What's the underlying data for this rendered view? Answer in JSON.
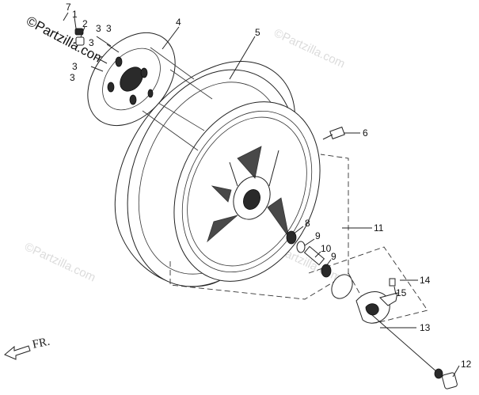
{
  "watermarks": {
    "logo": "©Partzilla.com",
    "repeat": "©Partzilla.com"
  },
  "direction_label": "FR.",
  "callouts": [
    {
      "id": "7",
      "label": "7"
    },
    {
      "id": "1",
      "label": "1"
    },
    {
      "id": "2",
      "label": "2"
    },
    {
      "id": "3a",
      "label": "3"
    },
    {
      "id": "3b",
      "label": "3"
    },
    {
      "id": "3c",
      "label": "3"
    },
    {
      "id": "3d",
      "label": "3"
    },
    {
      "id": "3e",
      "label": "3"
    },
    {
      "id": "4",
      "label": "4"
    },
    {
      "id": "5",
      "label": "5"
    },
    {
      "id": "6",
      "label": "6"
    },
    {
      "id": "8",
      "label": "8"
    },
    {
      "id": "9a",
      "label": "9"
    },
    {
      "id": "10",
      "label": "10"
    },
    {
      "id": "9b",
      "label": "9"
    },
    {
      "id": "11",
      "label": "11"
    },
    {
      "id": "14",
      "label": "14"
    },
    {
      "id": "15",
      "label": "15"
    },
    {
      "id": "13",
      "label": "13"
    },
    {
      "id": "12",
      "label": "12"
    }
  ]
}
